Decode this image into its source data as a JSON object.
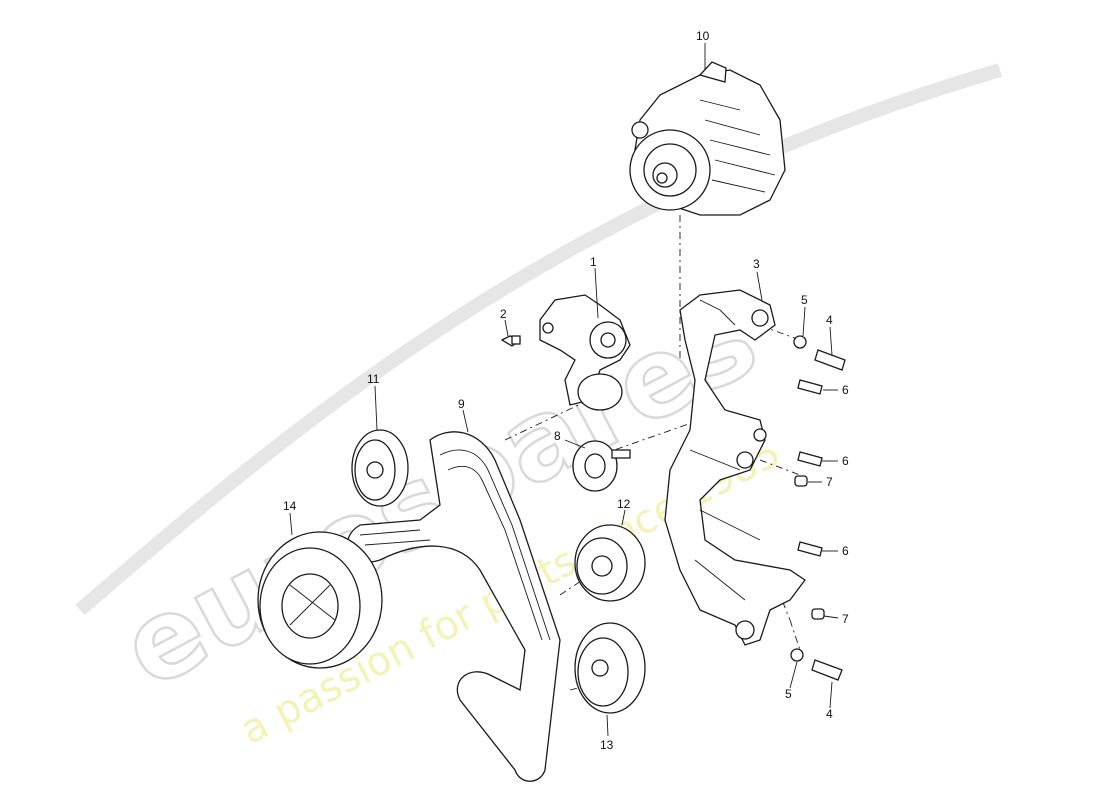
{
  "watermark": {
    "brand": "eurospares",
    "tagline": "a passion for parts since 1985"
  },
  "callouts": {
    "p1": "1",
    "p2": "2",
    "p3": "3",
    "p4a": "4",
    "p4b": "4",
    "p5a": "5",
    "p5b": "5",
    "p6a": "6",
    "p6b": "6",
    "p6c": "6",
    "p7a": "7",
    "p7b": "7",
    "p8": "8",
    "p9": "9",
    "p10": "10",
    "p11": "11",
    "p12": "12",
    "p13": "13",
    "p14": "14"
  }
}
